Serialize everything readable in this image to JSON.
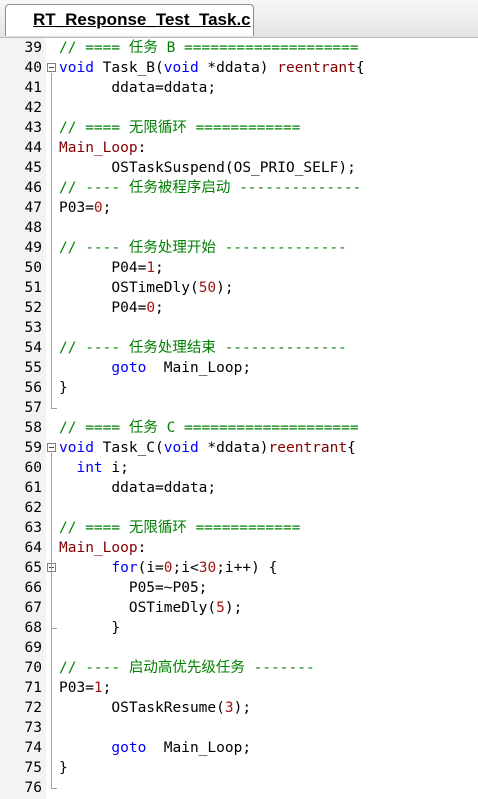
{
  "tab": {
    "title": "RT_Response_Test_Task.c"
  },
  "code_lines": [
    {
      "n": "39",
      "segs": [
        {
          "c": "cm",
          "t": "// ==== 任务 B ===================="
        }
      ]
    },
    {
      "n": "40",
      "fold": "open",
      "segs": [
        {
          "c": "kw",
          "t": "void"
        },
        {
          "c": "",
          "t": " Task_B("
        },
        {
          "c": "kw",
          "t": "void"
        },
        {
          "c": "",
          "t": " *ddata) "
        },
        {
          "c": "lb",
          "t": "reentrant"
        },
        {
          "c": "",
          "t": "{"
        }
      ]
    },
    {
      "n": "41",
      "segs": [
        {
          "c": "",
          "t": "      ddata=ddata;"
        }
      ]
    },
    {
      "n": "42",
      "segs": []
    },
    {
      "n": "43",
      "segs": [
        {
          "c": "cm",
          "t": "// ==== 无限循环 ============"
        }
      ]
    },
    {
      "n": "44",
      "segs": [
        {
          "c": "lb",
          "t": "Main_Loop"
        },
        {
          "c": "",
          "t": ":"
        }
      ]
    },
    {
      "n": "45",
      "segs": [
        {
          "c": "",
          "t": "      OSTaskSuspend(OS_PRIO_SELF);"
        }
      ]
    },
    {
      "n": "46",
      "segs": [
        {
          "c": "cm",
          "t": "// ---- 任务被程序启动 --------------"
        }
      ]
    },
    {
      "n": "47",
      "segs": [
        {
          "c": "",
          "t": "P03="
        },
        {
          "c": "num",
          "t": "0"
        },
        {
          "c": "",
          "t": ";"
        }
      ]
    },
    {
      "n": "48",
      "segs": []
    },
    {
      "n": "49",
      "segs": [
        {
          "c": "cm",
          "t": "// ---- 任务处理开始 --------------"
        }
      ]
    },
    {
      "n": "50",
      "segs": [
        {
          "c": "",
          "t": "      P04="
        },
        {
          "c": "num",
          "t": "1"
        },
        {
          "c": "",
          "t": ";"
        }
      ]
    },
    {
      "n": "51",
      "segs": [
        {
          "c": "",
          "t": "      OSTimeDly("
        },
        {
          "c": "num",
          "t": "50"
        },
        {
          "c": "",
          "t": ");"
        }
      ]
    },
    {
      "n": "52",
      "segs": [
        {
          "c": "",
          "t": "      P04="
        },
        {
          "c": "num",
          "t": "0"
        },
        {
          "c": "",
          "t": ";"
        }
      ]
    },
    {
      "n": "53",
      "segs": []
    },
    {
      "n": "54",
      "segs": [
        {
          "c": "cm",
          "t": "// ---- 任务处理结束 --------------"
        }
      ]
    },
    {
      "n": "55",
      "segs": [
        {
          "c": "",
          "t": "      "
        },
        {
          "c": "kw",
          "t": "goto"
        },
        {
          "c": "",
          "t": "  Main_Loop;"
        }
      ]
    },
    {
      "n": "56",
      "segs": [
        {
          "c": "",
          "t": "}"
        }
      ]
    },
    {
      "n": "57",
      "segs": []
    },
    {
      "n": "58",
      "segs": [
        {
          "c": "cm",
          "t": "// ==== 任务 C ===================="
        }
      ]
    },
    {
      "n": "59",
      "fold": "open",
      "segs": [
        {
          "c": "kw",
          "t": "void"
        },
        {
          "c": "",
          "t": " Task_C("
        },
        {
          "c": "kw",
          "t": "void"
        },
        {
          "c": "",
          "t": " *ddata)"
        },
        {
          "c": "lb",
          "t": "reentrant"
        },
        {
          "c": "",
          "t": "{"
        }
      ]
    },
    {
      "n": "60",
      "segs": [
        {
          "c": "",
          "t": "  "
        },
        {
          "c": "kw",
          "t": "int"
        },
        {
          "c": "",
          "t": " i;"
        }
      ]
    },
    {
      "n": "61",
      "segs": [
        {
          "c": "",
          "t": "      ddata=ddata;"
        }
      ]
    },
    {
      "n": "62",
      "segs": []
    },
    {
      "n": "63",
      "segs": [
        {
          "c": "cm",
          "t": "// ==== 无限循环 ============"
        }
      ]
    },
    {
      "n": "64",
      "segs": [
        {
          "c": "lb",
          "t": "Main_Loop"
        },
        {
          "c": "",
          "t": ":"
        }
      ]
    },
    {
      "n": "65",
      "fold": "open",
      "segs": [
        {
          "c": "",
          "t": "      "
        },
        {
          "c": "kw",
          "t": "for"
        },
        {
          "c": "",
          "t": "(i="
        },
        {
          "c": "num",
          "t": "0"
        },
        {
          "c": "",
          "t": ";i<"
        },
        {
          "c": "num",
          "t": "30"
        },
        {
          "c": "",
          "t": ";i++) {"
        }
      ]
    },
    {
      "n": "66",
      "segs": [
        {
          "c": "",
          "t": "        P05=~P05;"
        }
      ]
    },
    {
      "n": "67",
      "segs": [
        {
          "c": "",
          "t": "        OSTimeDly("
        },
        {
          "c": "num",
          "t": "5"
        },
        {
          "c": "",
          "t": ");"
        }
      ]
    },
    {
      "n": "68",
      "segs": [
        {
          "c": "",
          "t": "      }"
        }
      ]
    },
    {
      "n": "69",
      "segs": []
    },
    {
      "n": "70",
      "segs": [
        {
          "c": "cm",
          "t": "// ---- 启动高优先级任务 -------"
        }
      ]
    },
    {
      "n": "71",
      "segs": [
        {
          "c": "",
          "t": "P03="
        },
        {
          "c": "num",
          "t": "1"
        },
        {
          "c": "",
          "t": ";"
        }
      ]
    },
    {
      "n": "72",
      "segs": [
        {
          "c": "",
          "t": "      OSTaskResume("
        },
        {
          "c": "num",
          "t": "3"
        },
        {
          "c": "",
          "t": ");"
        }
      ]
    },
    {
      "n": "73",
      "segs": []
    },
    {
      "n": "74",
      "segs": [
        {
          "c": "",
          "t": "      "
        },
        {
          "c": "kw",
          "t": "goto"
        },
        {
          "c": "",
          "t": "  Main_Loop;"
        }
      ]
    },
    {
      "n": "75",
      "segs": [
        {
          "c": "",
          "t": "}"
        }
      ]
    },
    {
      "n": "76",
      "segs": []
    }
  ]
}
